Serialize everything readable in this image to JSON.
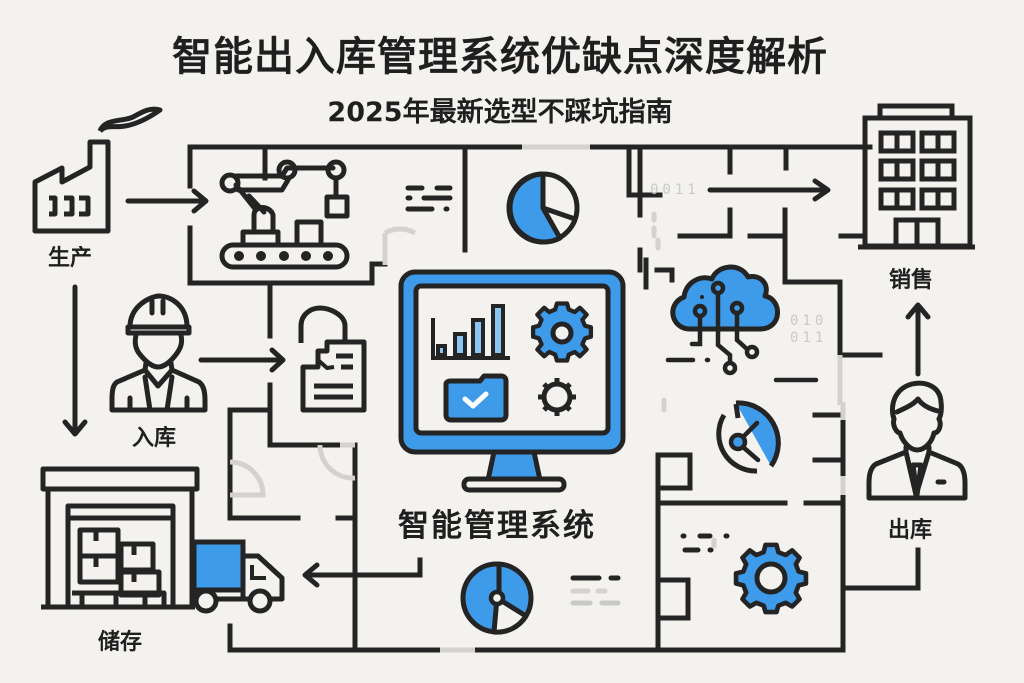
{
  "header": {
    "title": "智能出入库管理系统优缺点深度解析",
    "subtitle": "2025年最新选型不踩坑指南"
  },
  "nodes": {
    "production": {
      "label": "生产",
      "icon": "factory-icon"
    },
    "inbound": {
      "label": "入库",
      "icon": "worker-icon"
    },
    "storage": {
      "label": "储存",
      "icon": "warehouse-icon"
    },
    "sales": {
      "label": "销售",
      "icon": "office-building-icon"
    },
    "outbound": {
      "label": "出库",
      "icon": "businessman-icon"
    }
  },
  "center": {
    "label": "智能管理系统",
    "icon": "monitor-dashboard-icon"
  },
  "decor": {
    "bits_top": "0011",
    "bits_right_1": "010",
    "bits_right_2": "011"
  },
  "colors": {
    "accent": "#3d9be9",
    "stroke": "#242424",
    "background": "#f3f2ef",
    "faint": "#d3d2cf"
  }
}
